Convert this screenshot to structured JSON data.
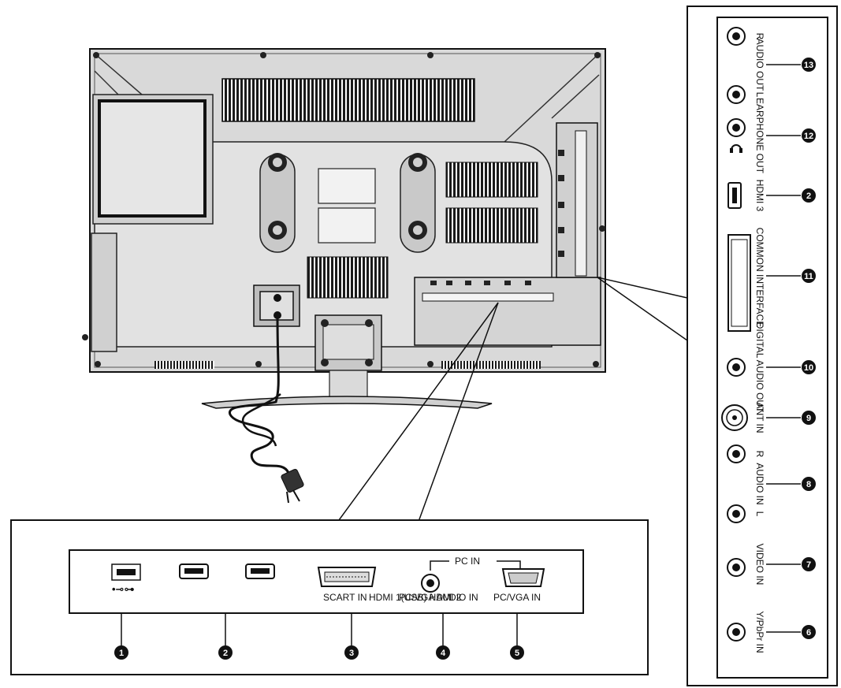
{
  "bottom_panel": {
    "pc_in_label": "PC IN",
    "scart_label": "SCART IN",
    "hdmi_label": "HDMI 1(USB) HDMI 2",
    "pc_audio_label": "PC/VGA AUDIO IN",
    "vga_label": "PC/VGA IN",
    "usb_symbol": "•⊸⊶",
    "callouts": [
      "1",
      "2",
      "3",
      "4",
      "5"
    ]
  },
  "side_panel": {
    "ports": [
      {
        "label": "AUDIO OUT",
        "extra_top": "R",
        "extra_bottom": "L",
        "number": "13"
      },
      {
        "label": "EARPHONE OUT",
        "number": "12"
      },
      {
        "label": "HDMI 3",
        "number": "2"
      },
      {
        "label": "COMMON INTERFACE",
        "number": "11"
      },
      {
        "label": "DIGITAL AUDIO OUT",
        "number": "10"
      },
      {
        "label": "ANT IN",
        "number": "9"
      },
      {
        "label": "AUDIO IN",
        "extra_top": "R",
        "extra_bottom": "L",
        "number": "8"
      },
      {
        "label": "VIDEO IN",
        "number": "7"
      },
      {
        "label": "Y/PbPr IN",
        "number": "6"
      }
    ]
  }
}
